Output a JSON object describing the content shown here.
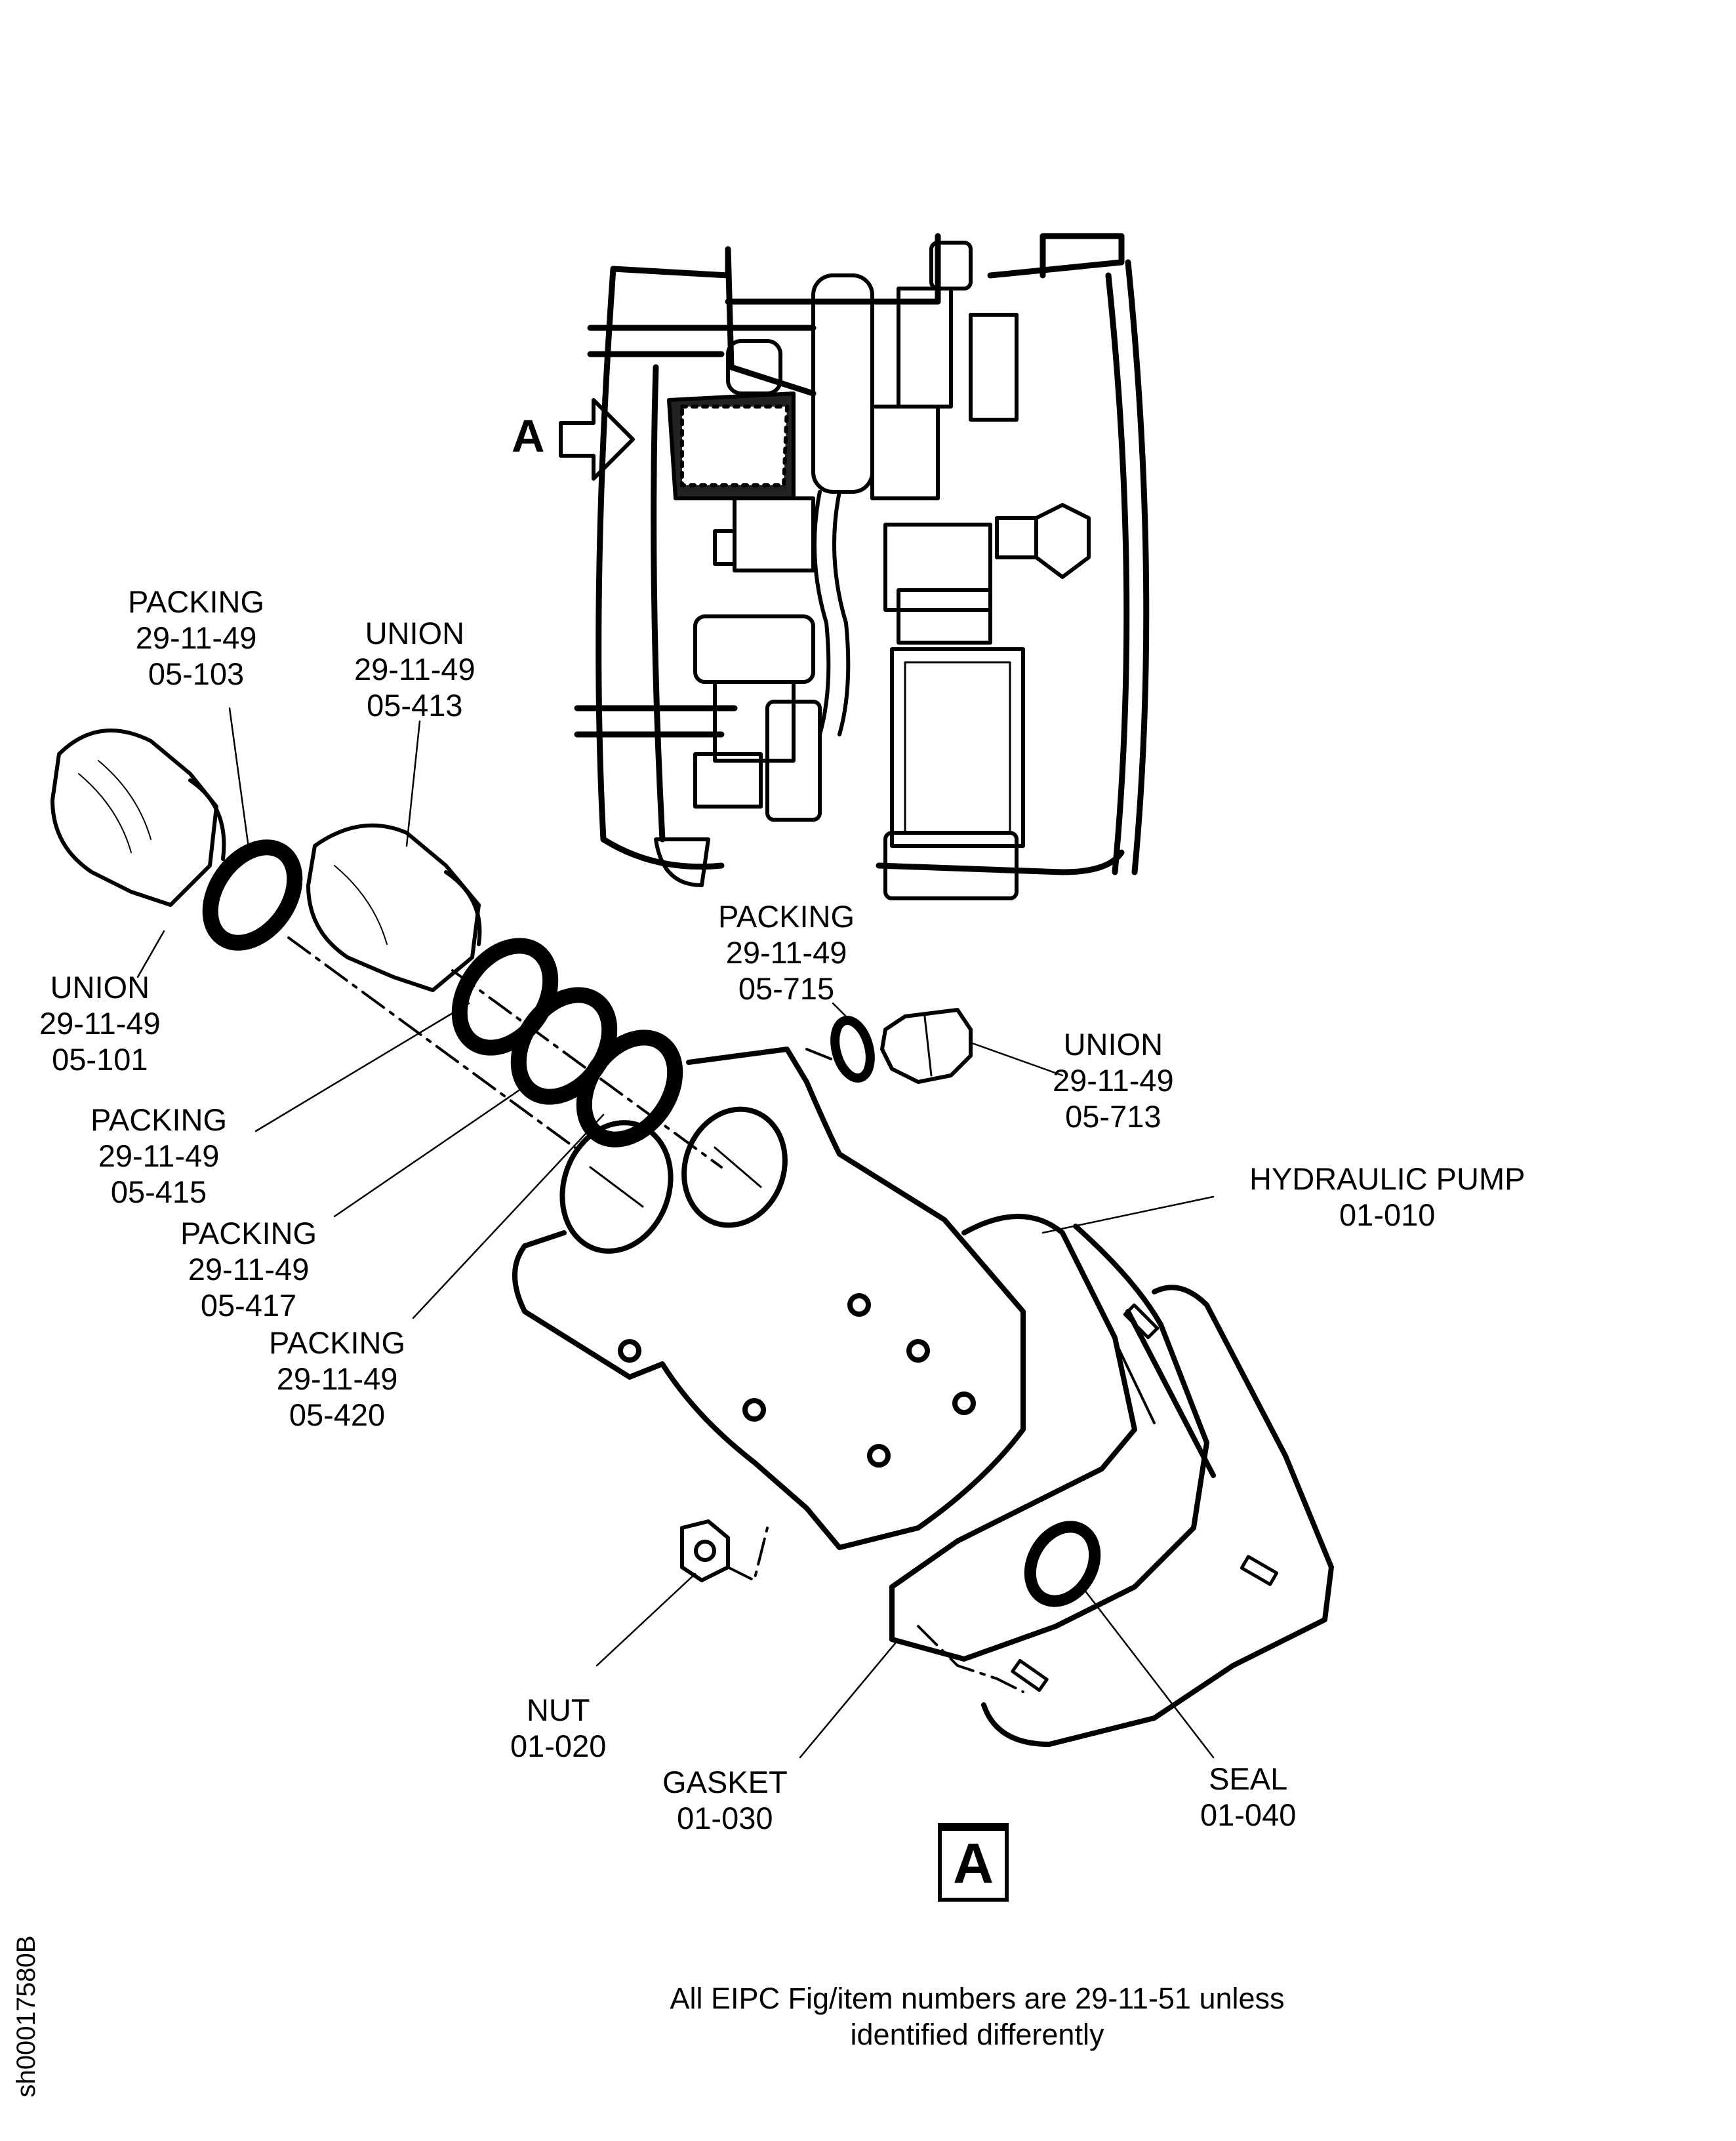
{
  "figure": {
    "sheet_id": "sh00017580B",
    "view_arrow_label": "A",
    "view_label": "A",
    "footnote_line1": "All EIPC Fig/item numbers are 29-11-51 unless",
    "footnote_line2": "identified differently"
  },
  "callouts": [
    {
      "name": "PACKING",
      "fig": "29-11-49",
      "item": "05-103"
    },
    {
      "name": "UNION",
      "fig": "29-11-49",
      "item": "05-413"
    },
    {
      "name": "UNION",
      "fig": "29-11-49",
      "item": "05-101"
    },
    {
      "name": "PACKING",
      "fig": "29-11-49",
      "item": "05-715"
    },
    {
      "name": "UNION",
      "fig": "29-11-49",
      "item": "05-713"
    },
    {
      "name": "PACKING",
      "fig": "29-11-49",
      "item": "05-415"
    },
    {
      "name": "PACKING",
      "fig": "29-11-49",
      "item": "05-417"
    },
    {
      "name": "PACKING",
      "fig": "29-11-49",
      "item": "05-420"
    },
    {
      "name": "HYDRAULIC PUMP",
      "item": "01-010"
    },
    {
      "name": "NUT",
      "item": "01-020"
    },
    {
      "name": "GASKET",
      "item": "01-030"
    },
    {
      "name": "SEAL",
      "item": "01-040"
    }
  ]
}
